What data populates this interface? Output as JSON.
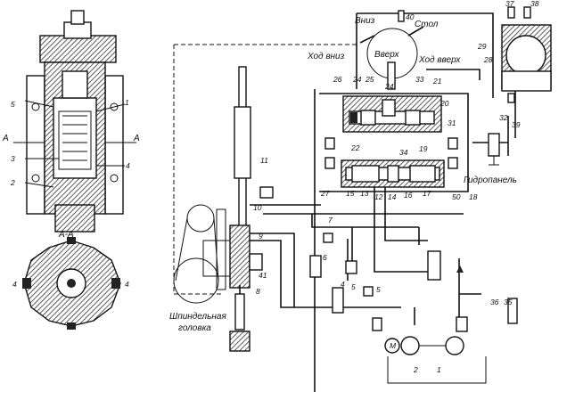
{
  "labels": {
    "down": "Вниз",
    "table": "Стол",
    "up": "Вверх",
    "stroke_down": "Ход вниз",
    "stroke_up": "Ход вверх",
    "hydropanel": "Гидропанель",
    "spindle_head_1": "Шпиндельная",
    "spindle_head_2": "головка",
    "section": "А-А",
    "section_mark": "А"
  },
  "numbers": {
    "n1": "1",
    "n2": "2",
    "n3": "3",
    "n4": "4",
    "n5": "5",
    "n6": "6",
    "n7": "7",
    "n8": "8",
    "n9": "9",
    "n10": "10",
    "n11": "11",
    "n12": "12",
    "n13": "13",
    "n14": "14",
    "n15": "15",
    "n16": "16",
    "n17": "17",
    "n18": "18",
    "n19": "19",
    "n20": "20",
    "n21": "21",
    "n22": "22",
    "n24": "24",
    "n25": "25",
    "n26": "26",
    "n27": "27",
    "n28": "28",
    "n29": "29",
    "n31": "31",
    "n32": "32",
    "n33": "33",
    "n34": "34",
    "n35": "35",
    "n36": "36",
    "n37": "37",
    "n38": "38",
    "n39": "39",
    "n40": "40",
    "n41": "41",
    "n50": "50",
    "motor": "М"
  }
}
